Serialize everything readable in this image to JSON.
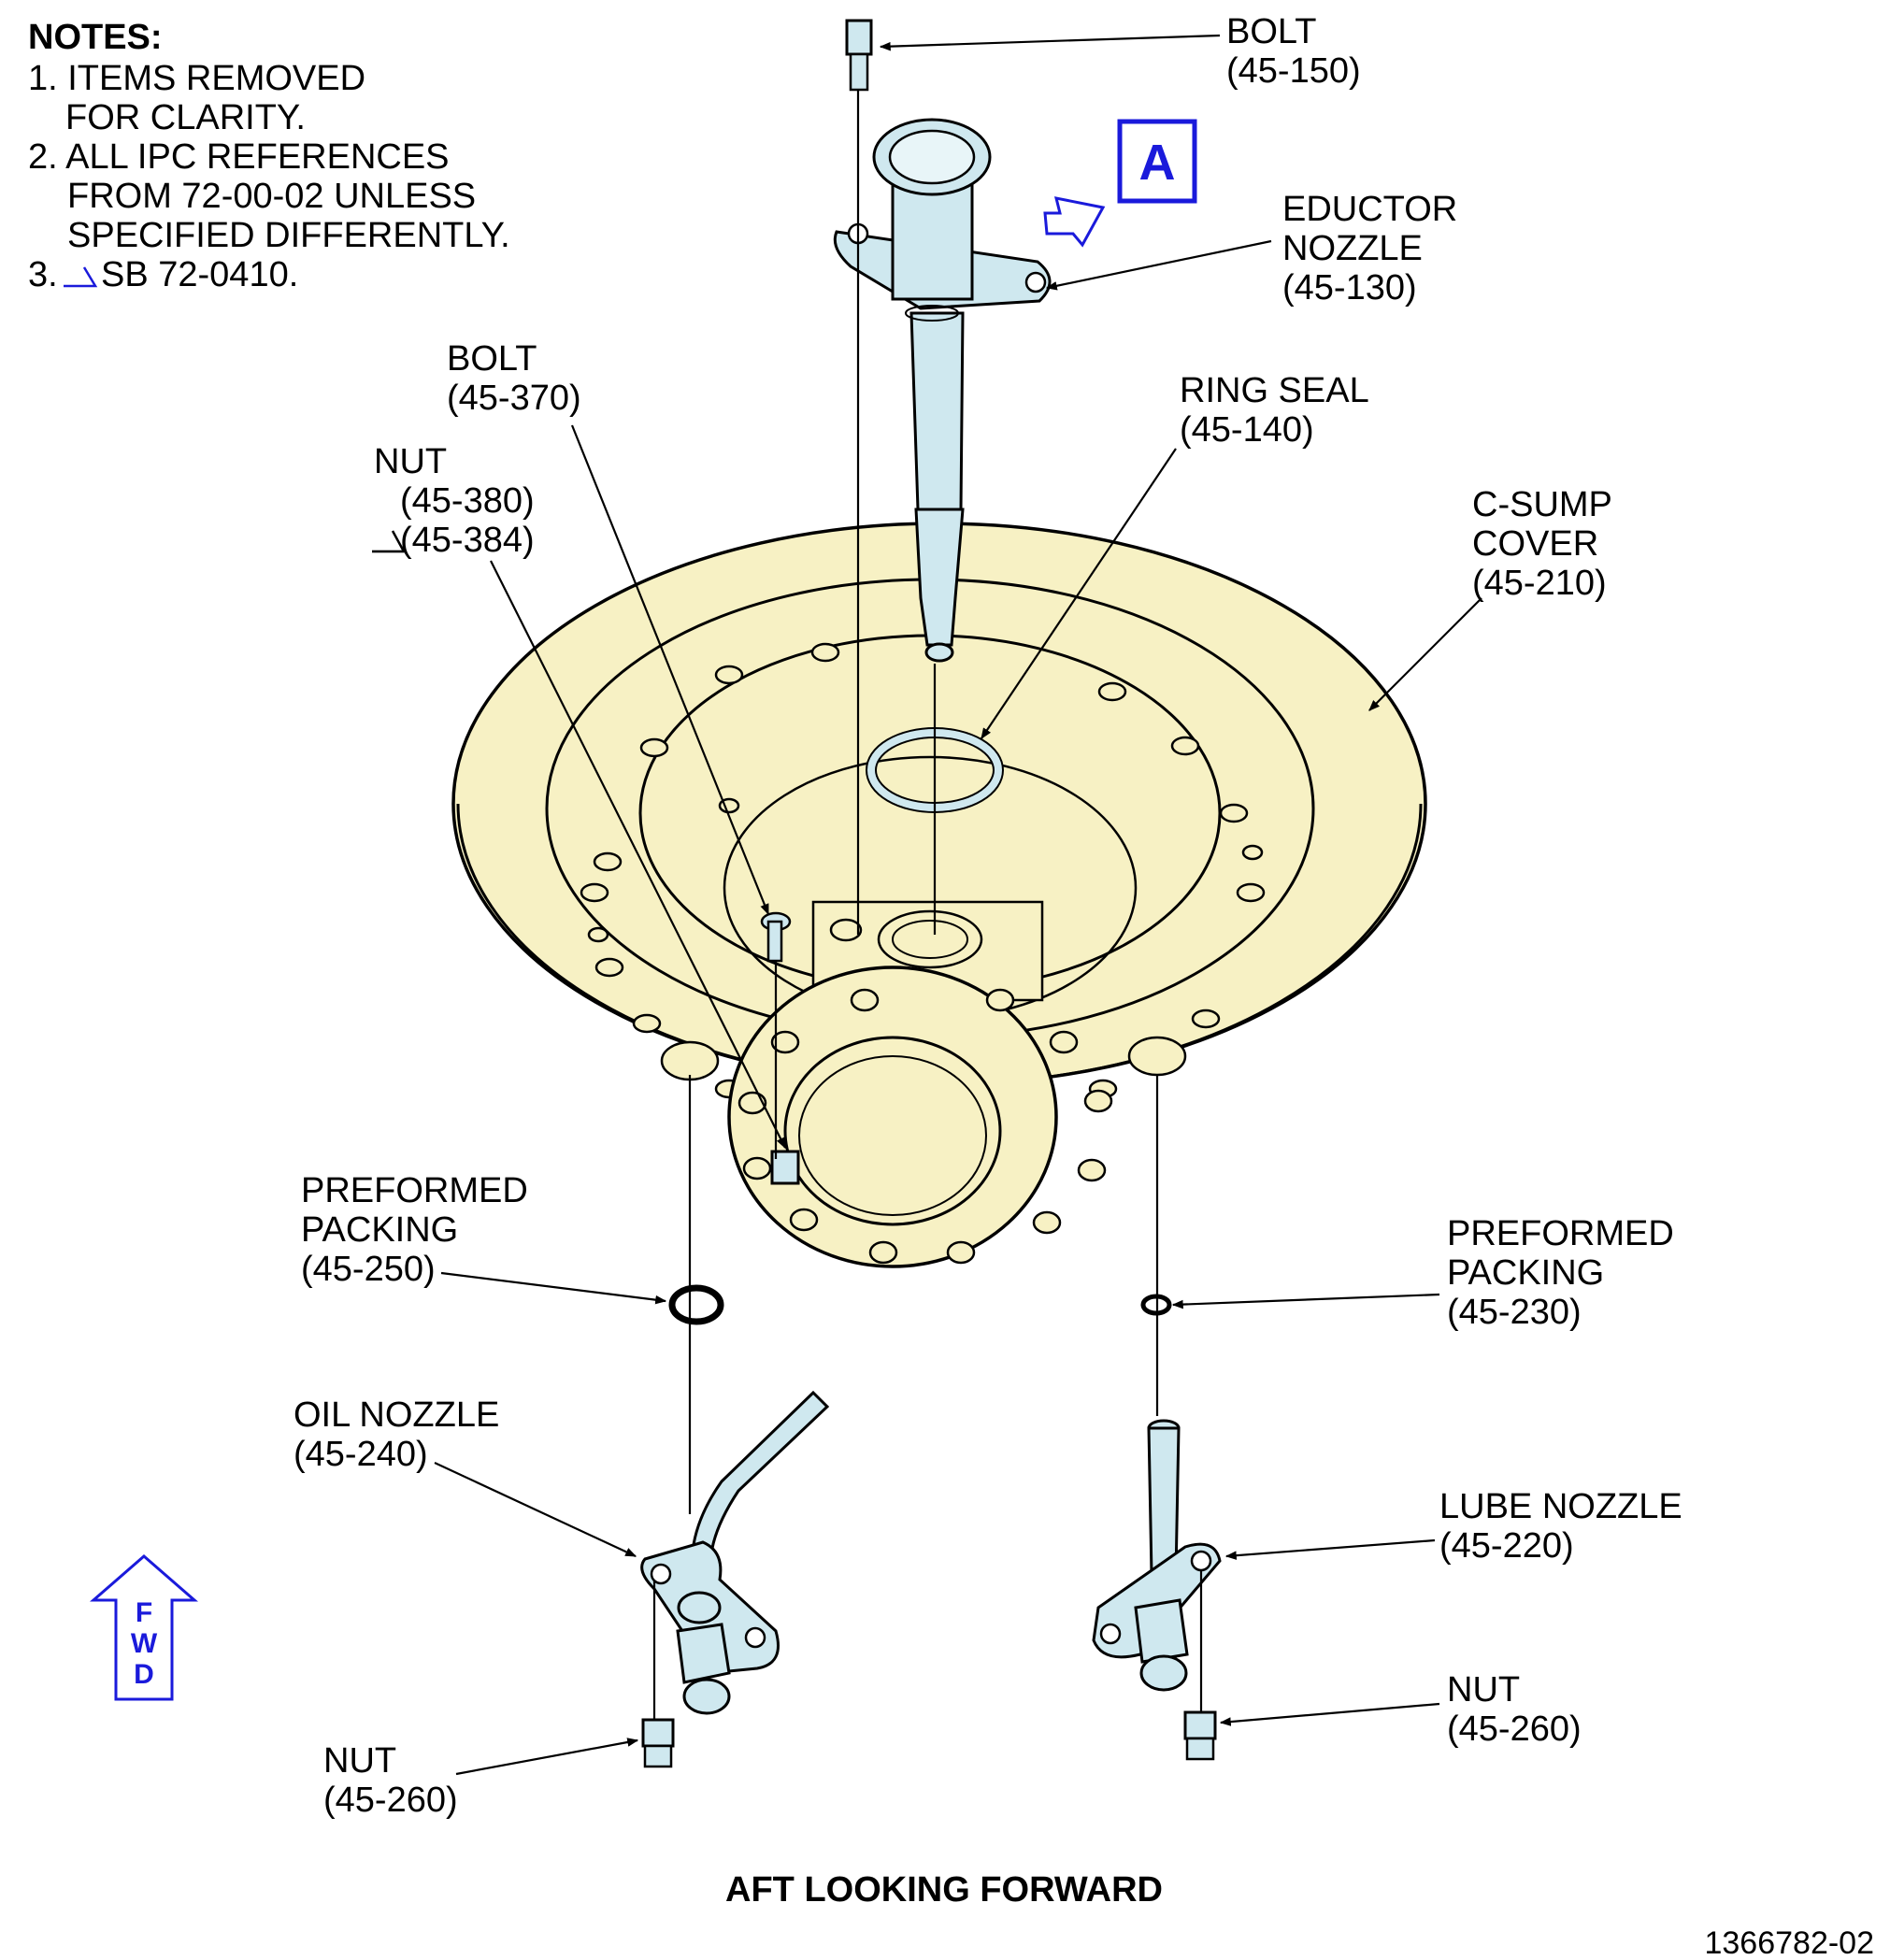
{
  "notes": {
    "heading": "NOTES:",
    "n1a": "1. ITEMS REMOVED",
    "n1b": "FOR CLARITY.",
    "n2a": "2. ALL IPC REFERENCES",
    "n2b": "FROM 72-00-02 UNLESS",
    "n2c": "SPECIFIED DIFFERENTLY.",
    "n3": "3.",
    "n3text": "SB 72-0410."
  },
  "view_label": "A",
  "fwd": [
    "F",
    "W",
    "D"
  ],
  "callouts": {
    "bolt_150": {
      "name": "BOLT",
      "ref": "(45-150)"
    },
    "eductor": {
      "l1": "EDUCTOR",
      "l2": "NOZZLE",
      "ref": "(45-130)"
    },
    "bolt_370": {
      "name": "BOLT",
      "ref": "(45-370)"
    },
    "ring_seal": {
      "name": "RING SEAL",
      "ref": "(45-140)"
    },
    "nut_380": {
      "name": "NUT",
      "ref1": "(45-380)",
      "ref2": "(45-384)"
    },
    "csump": {
      "l1": "C-SUMP",
      "l2": "COVER",
      "ref": "(45-210)"
    },
    "packing_250": {
      "l1": "PREFORMED",
      "l2": "PACKING",
      "ref": "(45-250)"
    },
    "packing_230": {
      "l1": "PREFORMED",
      "l2": "PACKING",
      "ref": "(45-230)"
    },
    "oil_nozzle": {
      "name": "OIL NOZZLE",
      "ref": "(45-240)"
    },
    "lube_nozzle": {
      "name": "LUBE NOZZLE",
      "ref": "(45-220)"
    },
    "nut_260_left": {
      "name": "NUT",
      "ref": "(45-260)"
    },
    "nut_260_right": {
      "name": "NUT",
      "ref": "(45-260)"
    }
  },
  "caption": "AFT LOOKING FORWARD",
  "figure_id": "1366782-02",
  "colors": {
    "cover": "#f7f1c4",
    "nozzle": "#cfe8ef",
    "accent": "#1a1adb"
  }
}
